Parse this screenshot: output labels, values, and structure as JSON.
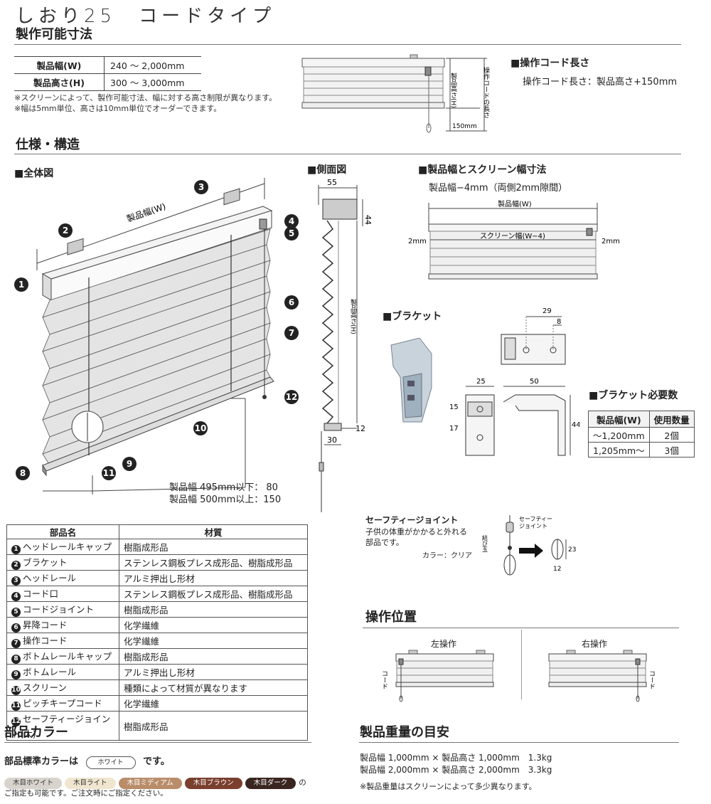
{
  "title": "しおり25　コードタイプ",
  "size_section": {
    "heading": "製作可能寸法",
    "rows": [
      {
        "label": "製品幅(W)",
        "value": "240 ～ 2,000mm"
      },
      {
        "label": "製品高さ(H)",
        "value": "300 ～ 3,000mm"
      }
    ],
    "notes": [
      "※スクリーンによって、製作可能寸法、幅に対する高さ制限が異なります。",
      "※幅は5mm単位、高さは10mm単位でオーダーできます。"
    ]
  },
  "cord_length": {
    "heading": "■操作コード長さ",
    "text": "操作コード長さ：製品高さ+150mm",
    "dim_h_label": "製品高さ(H)",
    "dim_cord_label": "操作コードの長さ",
    "dim_150": "150mm"
  },
  "spec_section": {
    "heading": "仕様・構造",
    "overall": "■全体図",
    "side": "■側面図",
    "width_heading": "■製品幅とスクリーン幅寸法",
    "width_text": "製品幅−4mm（両側2mm隙間）",
    "bracket": "■ブラケット",
    "bracket_count_heading": "■ブラケット必要数"
  },
  "overall_diagram": {
    "width_label": "製品幅(W)",
    "pitch_line1": "製品幅 495mm以下：  80",
    "pitch_line2": "製品幅 500mm以上：150",
    "callouts": [
      "1",
      "2",
      "3",
      "4",
      "5",
      "6",
      "7",
      "8",
      "9",
      "10",
      "11",
      "12"
    ]
  },
  "side_diagram": {
    "d55": "55",
    "d44": "44",
    "d12": "12",
    "d30": "30",
    "h_label": "製品高さ(H)"
  },
  "width_diagram": {
    "w_label": "製品幅(W)",
    "screen_label": "スクリーン幅(W−4)",
    "left": "2mm",
    "right": "2mm"
  },
  "bracket_dims": {
    "d29": "29",
    "d8": "8",
    "d25": "25",
    "d50": "50",
    "d15": "15",
    "d17": "17",
    "d44": "44"
  },
  "bracket_table": {
    "headers": [
      "製品幅(W)",
      "使用数量"
    ],
    "rows": [
      [
        "～1,200mm",
        "2個"
      ],
      [
        "1,205mm～",
        "3個"
      ]
    ]
  },
  "parts_table": {
    "headers": [
      "部品名",
      "材質"
    ],
    "rows": [
      {
        "n": "1",
        "name": "ヘッドレールキャップ",
        "mat": "樹脂成形品"
      },
      {
        "n": "2",
        "name": "ブラケット",
        "mat": "ステンレス鋼板プレス成形品、樹脂成形品"
      },
      {
        "n": "3",
        "name": "ヘッドレール",
        "mat": "アルミ押出し形材"
      },
      {
        "n": "4",
        "name": "コード口",
        "mat": "ステンレス鋼板プレス成形品、樹脂成形品"
      },
      {
        "n": "5",
        "name": "コードジョイント",
        "mat": "樹脂成形品"
      },
      {
        "n": "6",
        "name": "昇降コード",
        "mat": "化学繊維"
      },
      {
        "n": "7",
        "name": "操作コード",
        "mat": "化学繊維"
      },
      {
        "n": "8",
        "name": "ボトムレールキャップ",
        "mat": "樹脂成形品"
      },
      {
        "n": "9",
        "name": "ボトムレール",
        "mat": "アルミ押出し形材"
      },
      {
        "n": "10",
        "name": "スクリーン",
        "mat": "種類によって材質が異なります"
      },
      {
        "n": "11",
        "name": "ピッチキープコード",
        "mat": "化学繊維"
      },
      {
        "n": "12",
        "name": "セーフティージョイント(大)",
        "mat": "樹脂成形品"
      }
    ]
  },
  "safety": {
    "title": "セーフティージョイント",
    "text1": "子供の体重がかかると外れる",
    "text2": "部品です。",
    "color": "カラー：クリア",
    "label_sj1": "セーフティー",
    "label_sj2": "ジョイント",
    "label_knot": "結び玉",
    "d23": "23",
    "d12": "12"
  },
  "operation": {
    "heading": "操作位置",
    "left": "左操作",
    "right": "右操作",
    "cord": "コード"
  },
  "colors_section": {
    "heading": "部品カラー",
    "std_prefix": "部品標準カラーは",
    "std_value": "ホワイト",
    "std_suffix": "です。",
    "options": [
      {
        "label": "木目ホワイト",
        "bg": "#d8d4cd",
        "fg": "#333333"
      },
      {
        "label": "木目ライト",
        "bg": "#f0e6cf",
        "fg": "#333333"
      },
      {
        "label": "木目ミディアム",
        "bg": "#b98d6a",
        "fg": "#ffffff"
      },
      {
        "label": "木目ブラウン",
        "bg": "#7b3f2e",
        "fg": "#ffffff"
      },
      {
        "label": "木目ダーク",
        "bg": "#3a2620",
        "fg": "#ffffff"
      }
    ],
    "tail": "の",
    "note": "ご指定も可能です。ご注文時にご指定ください。"
  },
  "weight_section": {
    "heading": "製品重量の目安",
    "lines": [
      "製品幅 1,000mm × 製品高さ 1,000mm　1.3kg",
      "製品幅 2,000mm × 製品高さ 2,000mm　3.3kg"
    ],
    "note": "※製品重量はスクリーンによって多少異なります。"
  }
}
